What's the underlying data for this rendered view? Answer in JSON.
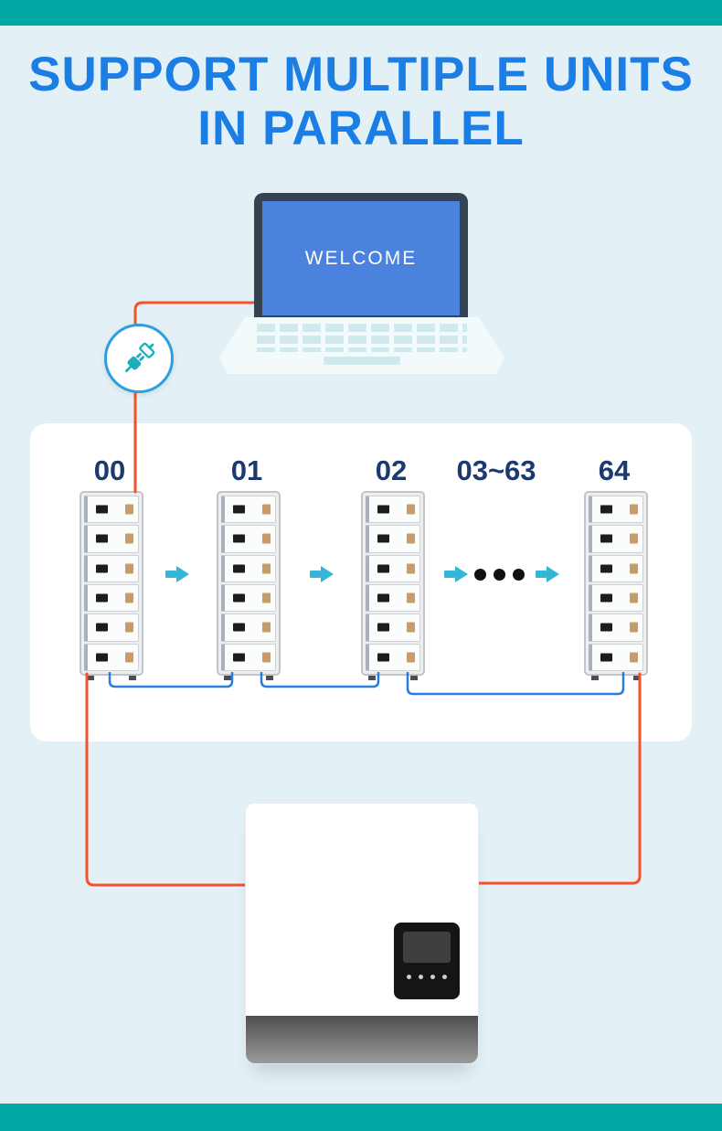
{
  "header": {
    "title_line1": "SUPPORT MULTIPLE UNITS",
    "title_line2": "IN PARALLEL"
  },
  "laptop": {
    "screen_text": "WELCOME"
  },
  "parallel_group": {
    "unit_labels": [
      "00",
      "01",
      "02",
      "03~63",
      "64"
    ],
    "cabinet_count_drawn": 4,
    "modules_per_cabinet": 6
  },
  "icons": {
    "plug-connection-icon": "power plug connection inside blue circle badge",
    "arrow-right-icon": "solid cyan right-pointing arrow",
    "ellipsis-dots-icon": "three black dots meaning units 03 through 63"
  },
  "colors": {
    "band_teal": "#00a7a3",
    "background_blue": "#e3f1f7",
    "title_blue": "#1b7ee4",
    "unit_label_navy": "#1c3a6d",
    "arrow_cyan": "#35b6d9",
    "wire_orange": "#f4512d",
    "bus_line_blue": "#2a7de0",
    "laptop_screen_blue": "#4b82dd",
    "module_port_tan": "#c79c66"
  }
}
